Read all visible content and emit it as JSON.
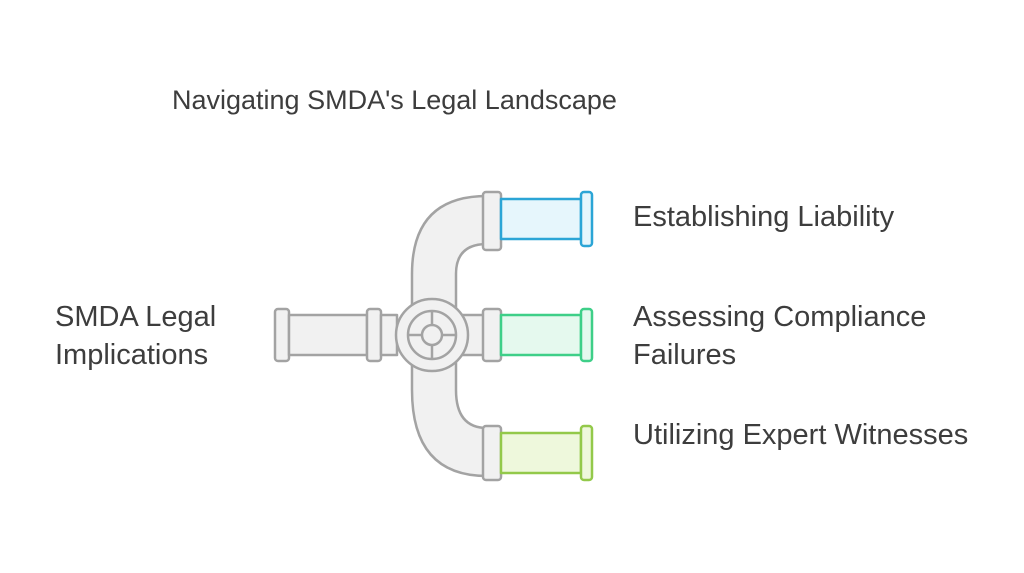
{
  "title": "Navigating SMDA's Legal Landscape",
  "source": {
    "label": "SMDA Legal Implications"
  },
  "branches": [
    {
      "label": "Establishing Liability",
      "color": "#2ba5d6",
      "fill": "#e6f6fc"
    },
    {
      "label": "Assessing Compliance Failures",
      "color": "#3ecf88",
      "fill": "#e5f9ee"
    },
    {
      "label": "Utilizing Expert Witnesses",
      "color": "#93c94a",
      "fill": "#eef8dc"
    }
  ],
  "colors": {
    "pipe_stroke": "#a3a3a3",
    "pipe_fill": "#f1f1f1",
    "text": "#3d3d3d"
  }
}
